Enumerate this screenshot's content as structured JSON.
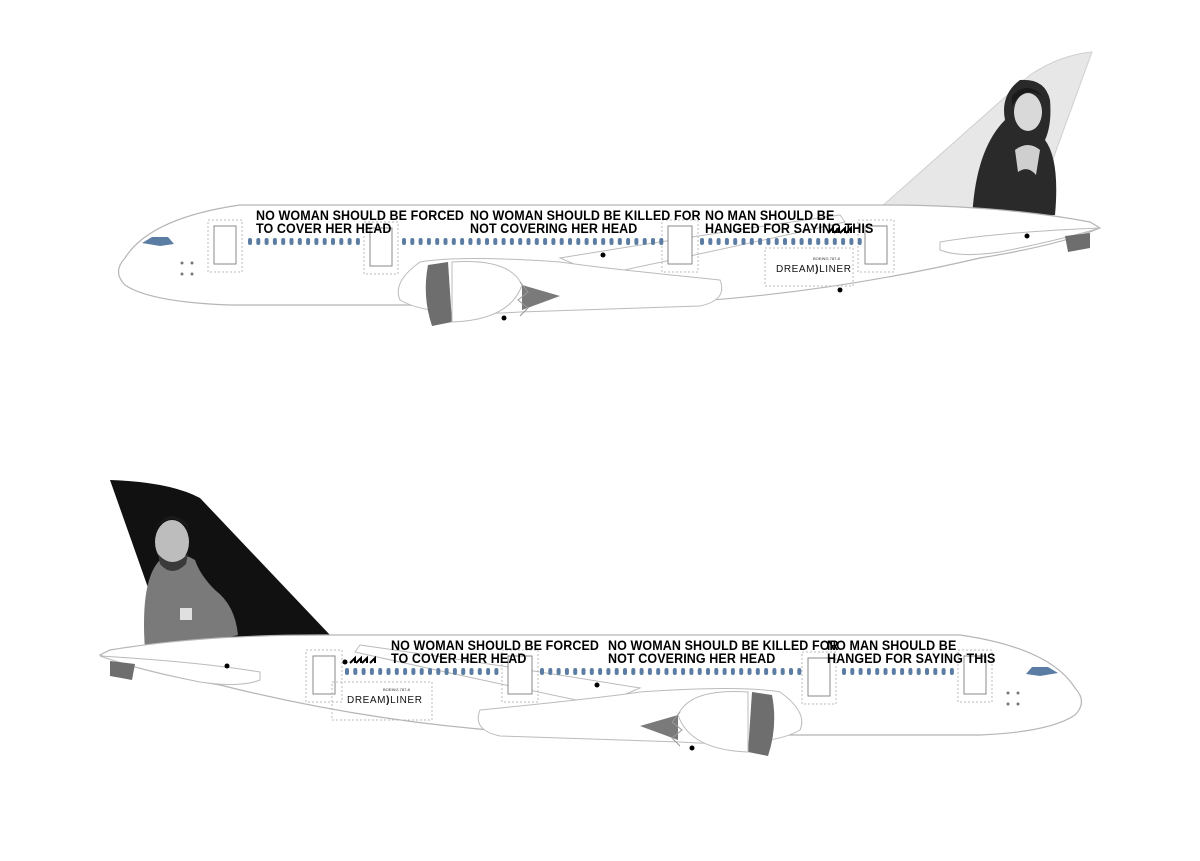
{
  "top_plane": {
    "slogans": [
      {
        "line1": "NO WOMAN SHOULD BE FORCED",
        "line2": "TO COVER HER HEAD"
      },
      {
        "line1": "NO WOMAN SHOULD BE KILLED FOR",
        "line2": "NOT COVERING HER HEAD"
      },
      {
        "line1": "NO MAN SHOULD BE",
        "line2": "HANGED FOR SAYING THIS"
      }
    ],
    "brand_sub": "BOEING 787-8",
    "brand_left": "DREAM",
    "brand_right": "LINER",
    "tail_portrait": "woman-portrait"
  },
  "bottom_plane": {
    "slogans": [
      {
        "line1": "NO WOMAN SHOULD BE FORCED",
        "line2": "TO COVER HER HEAD"
      },
      {
        "line1": "NO WOMAN SHOULD BE KILLED FOR",
        "line2": "NOT COVERING HER HEAD"
      },
      {
        "line1": "NO MAN SHOULD BE",
        "line2": "HANGED FOR SAYING THIS"
      }
    ],
    "brand_sub": "BOEING 787-8",
    "brand_left": "DREAM",
    "brand_right": "LINER",
    "tail_portrait": "man-portrait"
  },
  "colors": {
    "fuselage": "#ffffff",
    "outline": "#bdbdbd",
    "windows": "#5b7da3",
    "engine_inlet": "#6e6e6e",
    "tail_top": "#e7e7e7",
    "tail_bottom": "#111111"
  }
}
